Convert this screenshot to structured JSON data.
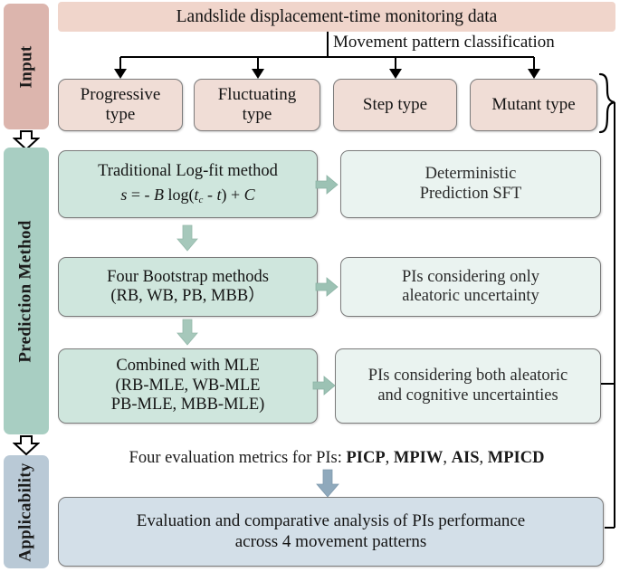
{
  "stages": [
    {
      "key": "input",
      "label": "Input",
      "color": "#dcb5ad"
    },
    {
      "key": "method",
      "label": "Prediction Method",
      "color": "#a8cec2"
    },
    {
      "key": "applicability",
      "label": "Applicability",
      "color": "#b9c9d6"
    }
  ],
  "header": {
    "title": "Landslide displacement-time monitoring data",
    "color": "#f0d5cb"
  },
  "classification": {
    "label": "Movement pattern classification"
  },
  "movement_types": [
    {
      "line1": "Progressive",
      "line2": "type"
    },
    {
      "line1": "Fluctuating",
      "line2": "type"
    },
    {
      "line1": "Step type",
      "line2": ""
    },
    {
      "line1": "Mutant type",
      "line2": ""
    }
  ],
  "methods": [
    {
      "key": "logfit",
      "line1": "Traditional Log-fit method",
      "formula_plain": "s = - B log(tc - t) + C"
    },
    {
      "key": "bootstrap",
      "line1": "Four Bootstrap methods",
      "line2": "(RB, WB, PB, MBB）"
    },
    {
      "key": "mle",
      "line1": "Combined  with MLE",
      "line2": "(RB-MLE, WB-MLE",
      "line3": "PB-MLE, MBB-MLE)"
    }
  ],
  "results": [
    {
      "key": "sft",
      "line1": "Deterministic",
      "line2": "Prediction SFT"
    },
    {
      "key": "aleatoric",
      "line1": "PIs considering only",
      "line2": "aleatoric uncertainty"
    },
    {
      "key": "both",
      "line1": "PIs considering both aleatoric",
      "line2": "and cognitive uncertainties"
    }
  ],
  "metrics": {
    "prefix": "Four evaluation metrics for PIs: ",
    "items": [
      "PICP",
      "MPIW",
      "AIS",
      "MPICD"
    ],
    "separator": ", "
  },
  "evaluation": {
    "line1": "Evaluation  and comparative analysis of PIs performance",
    "line2": "across 4 movement patterns"
  },
  "palette": {
    "pink_bar": "#dcb5ad",
    "green_bar": "#a8cec2",
    "blue_bar": "#b9c9d6",
    "box_pink": "#f0ddd6",
    "box_green": "#cfe6dd",
    "box_mint": "#eaf3f0",
    "box_blue": "#d3dfe8",
    "arrow_green": "#9cc2b4",
    "arrow_blue": "#8fa9bc",
    "line": "#000000"
  }
}
